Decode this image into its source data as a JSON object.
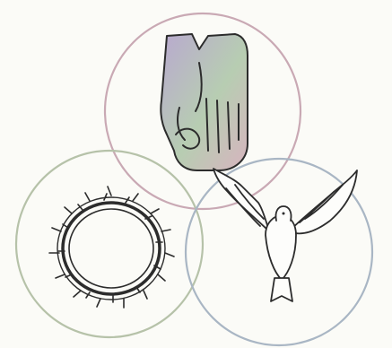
{
  "image": {
    "kind": "illustration",
    "background_color": "#fbfbf7",
    "ring_colors": [
      "#c9a9b4",
      "#b6c2a9",
      "#a9b6c4"
    ],
    "line_color": "#2c2c2c",
    "emblems": [
      {
        "name": "hand",
        "icon": "open-hand-icon",
        "tint": [
          "#b9a9cf",
          "#b7cdb2",
          "#d7b4bf"
        ]
      },
      {
        "name": "crown",
        "icon": "crown-of-thorns-icon"
      },
      {
        "name": "dove",
        "icon": "dove-icon"
      }
    ]
  }
}
